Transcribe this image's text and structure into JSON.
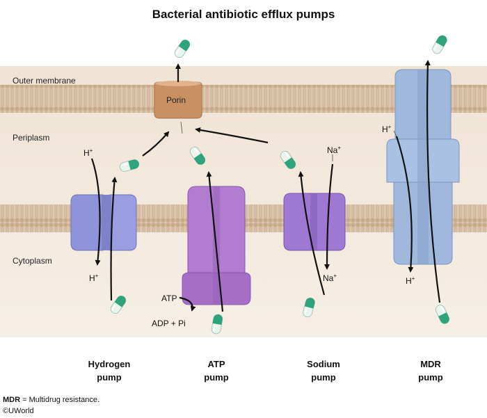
{
  "title": "Bacterial antibiotic efflux pumps",
  "regions": {
    "outer_membrane": "Outer membrane",
    "periplasm": "Periplasm",
    "cytoplasm": "Cytoplasm"
  },
  "porin": "Porin",
  "ions": {
    "h_plus": "H",
    "plus_sup": "+",
    "na_plus": "Na",
    "atp": "ATP",
    "adp_pi": "ADP + Pi"
  },
  "pumps": [
    {
      "line1": "Hydrogen",
      "line2": "pump"
    },
    {
      "line1": "ATP",
      "line2": "pump"
    },
    {
      "line1": "Sodium",
      "line2": "pump"
    },
    {
      "line1": "MDR",
      "line2": "pump"
    }
  ],
  "footnote": {
    "abbr": "MDR",
    "text": " = Multidrug resistance."
  },
  "copyright": "©UWorld",
  "colors": {
    "background_band": "#f1e5d6",
    "membrane": "#d7bfa6",
    "hydrogen_pump": "#8f93d9",
    "atp_pump": "#b27dd0",
    "sodium_pump": "#9e78d2",
    "mdr_pump": "#9fb8dc",
    "porin": "#c99163",
    "capsule_green": "#2ea37c"
  }
}
